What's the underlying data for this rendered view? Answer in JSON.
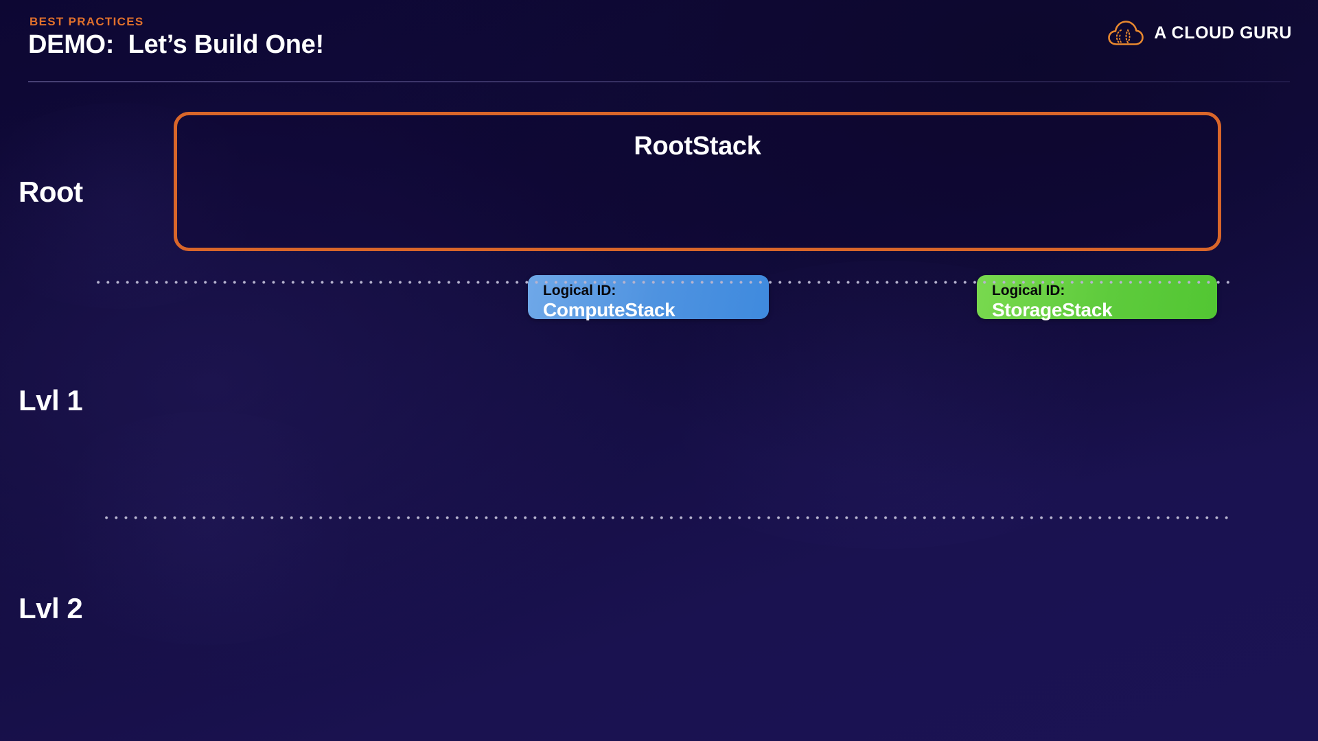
{
  "slide": {
    "eyebrow": "BEST PRACTICES",
    "title": "DEMO:  Let’s Build One!",
    "brand": {
      "name": "A CLOUD GURU",
      "logo_icon": "cloud-outline-icon",
      "logo_color": "#e8882f"
    }
  },
  "levels": [
    {
      "id": "root",
      "label": "Root"
    },
    {
      "id": "lvl1",
      "label": "Lvl 1"
    },
    {
      "id": "lvl2",
      "label": "Lvl 2"
    }
  ],
  "root_stack": {
    "title": "RootStack",
    "border_color": "#d9662a",
    "children": [
      {
        "kicker": "Logical ID:",
        "name": "ComputeStack",
        "color": "#4f93e0",
        "kicker_color": "#07070b",
        "name_color": "#ffffff"
      },
      {
        "kicker": "Logical ID:",
        "name": "StorageStack",
        "color": "#5ecb3c",
        "kicker_color": "#07070b",
        "name_color": "#ffffff"
      }
    ]
  },
  "dividers": [
    {
      "id": "divider-1",
      "style": "dotted",
      "color": "#b7b4cf"
    },
    {
      "id": "divider-2",
      "style": "dotted",
      "color": "#b7b4cf"
    }
  ],
  "theme": {
    "background": "#130d3f",
    "accent_orange": "#e0702c",
    "text_primary": "#ffffff"
  }
}
